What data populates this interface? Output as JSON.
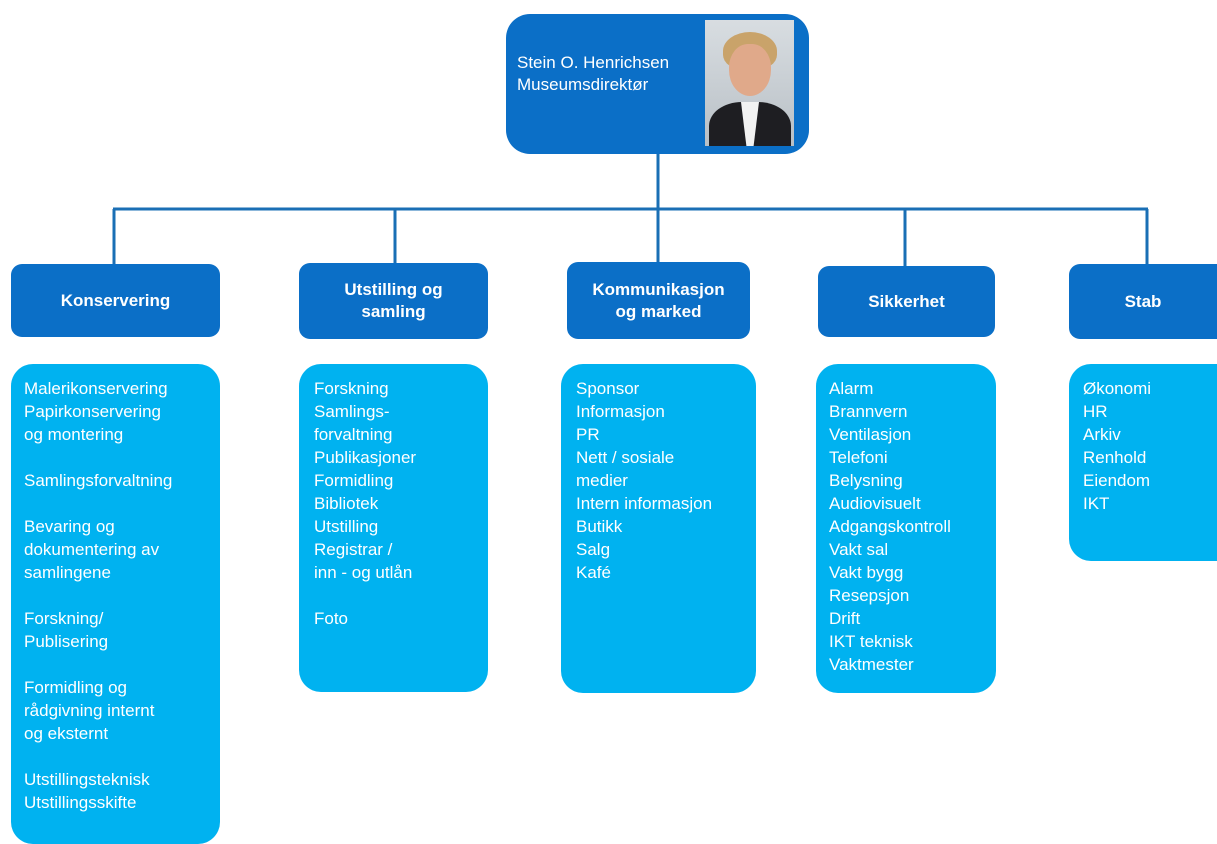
{
  "director": {
    "name": "Stein O. Henrichsen",
    "title": "Museumsdirektør"
  },
  "departments": [
    {
      "header": "Konservering",
      "items": [
        {
          "text": "Malerikonservering"
        },
        {
          "text": "Papirkonservering"
        },
        {
          "text": "og montering"
        },
        {
          "text": "Samlingsforvaltning",
          "gap": true
        },
        {
          "text": "Bevaring og",
          "gap": true
        },
        {
          "text": "dokumentering av"
        },
        {
          "text": "samlingene"
        },
        {
          "text": "Forskning/",
          "gap": true
        },
        {
          "text": "Publisering"
        },
        {
          "text": "Formidling og",
          "gap": true
        },
        {
          "text": "rådgivning internt"
        },
        {
          "text": "og eksternt"
        },
        {
          "text": "Utstillingsteknisk",
          "gap": true
        },
        {
          "text": "Utstillingsskifte"
        }
      ]
    },
    {
      "header": "Utstilling og\nsamling",
      "items": [
        {
          "text": "Forskning"
        },
        {
          "text": "Samlings-"
        },
        {
          "text": "forvaltning"
        },
        {
          "text": "Publikasjoner"
        },
        {
          "text": "Formidling"
        },
        {
          "text": "Bibliotek"
        },
        {
          "text": "Utstilling"
        },
        {
          "text": "Registrar /"
        },
        {
          "text": "inn - og utlån"
        },
        {
          "text": "Foto",
          "gap": true
        }
      ]
    },
    {
      "header": "Kommunikasjon\nog marked",
      "items": [
        {
          "text": "Sponsor"
        },
        {
          "text": "Informasjon"
        },
        {
          "text": "PR"
        },
        {
          "text": "Nett / sosiale"
        },
        {
          "text": "medier"
        },
        {
          "text": "Intern informasjon"
        },
        {
          "text": "Butikk"
        },
        {
          "text": "Salg"
        },
        {
          "text": "Kafé"
        }
      ]
    },
    {
      "header": "Sikkerhet",
      "items": [
        {
          "text": "Alarm"
        },
        {
          "text": "Brannvern"
        },
        {
          "text": "Ventilasjon"
        },
        {
          "text": "Telefoni"
        },
        {
          "text": "Belysning"
        },
        {
          "text": "Audiovisuelt"
        },
        {
          "text": "Adgangskontroll"
        },
        {
          "text": "Vakt sal"
        },
        {
          "text": "Vakt bygg"
        },
        {
          "text": "Resepsjon"
        },
        {
          "text": "Drift"
        },
        {
          "text": "IKT teknisk"
        },
        {
          "text": "Vaktmester"
        }
      ]
    },
    {
      "header": "Stab",
      "items": [
        {
          "text": "Økonomi"
        },
        {
          "text": "HR"
        },
        {
          "text": "Arkiv"
        },
        {
          "text": "Renhold"
        },
        {
          "text": "Eiendom"
        },
        {
          "text": "IKT"
        }
      ]
    }
  ],
  "colors": {
    "header": "#0b6fc7",
    "box": "#00b2f0",
    "line": "#1a6fb5"
  }
}
